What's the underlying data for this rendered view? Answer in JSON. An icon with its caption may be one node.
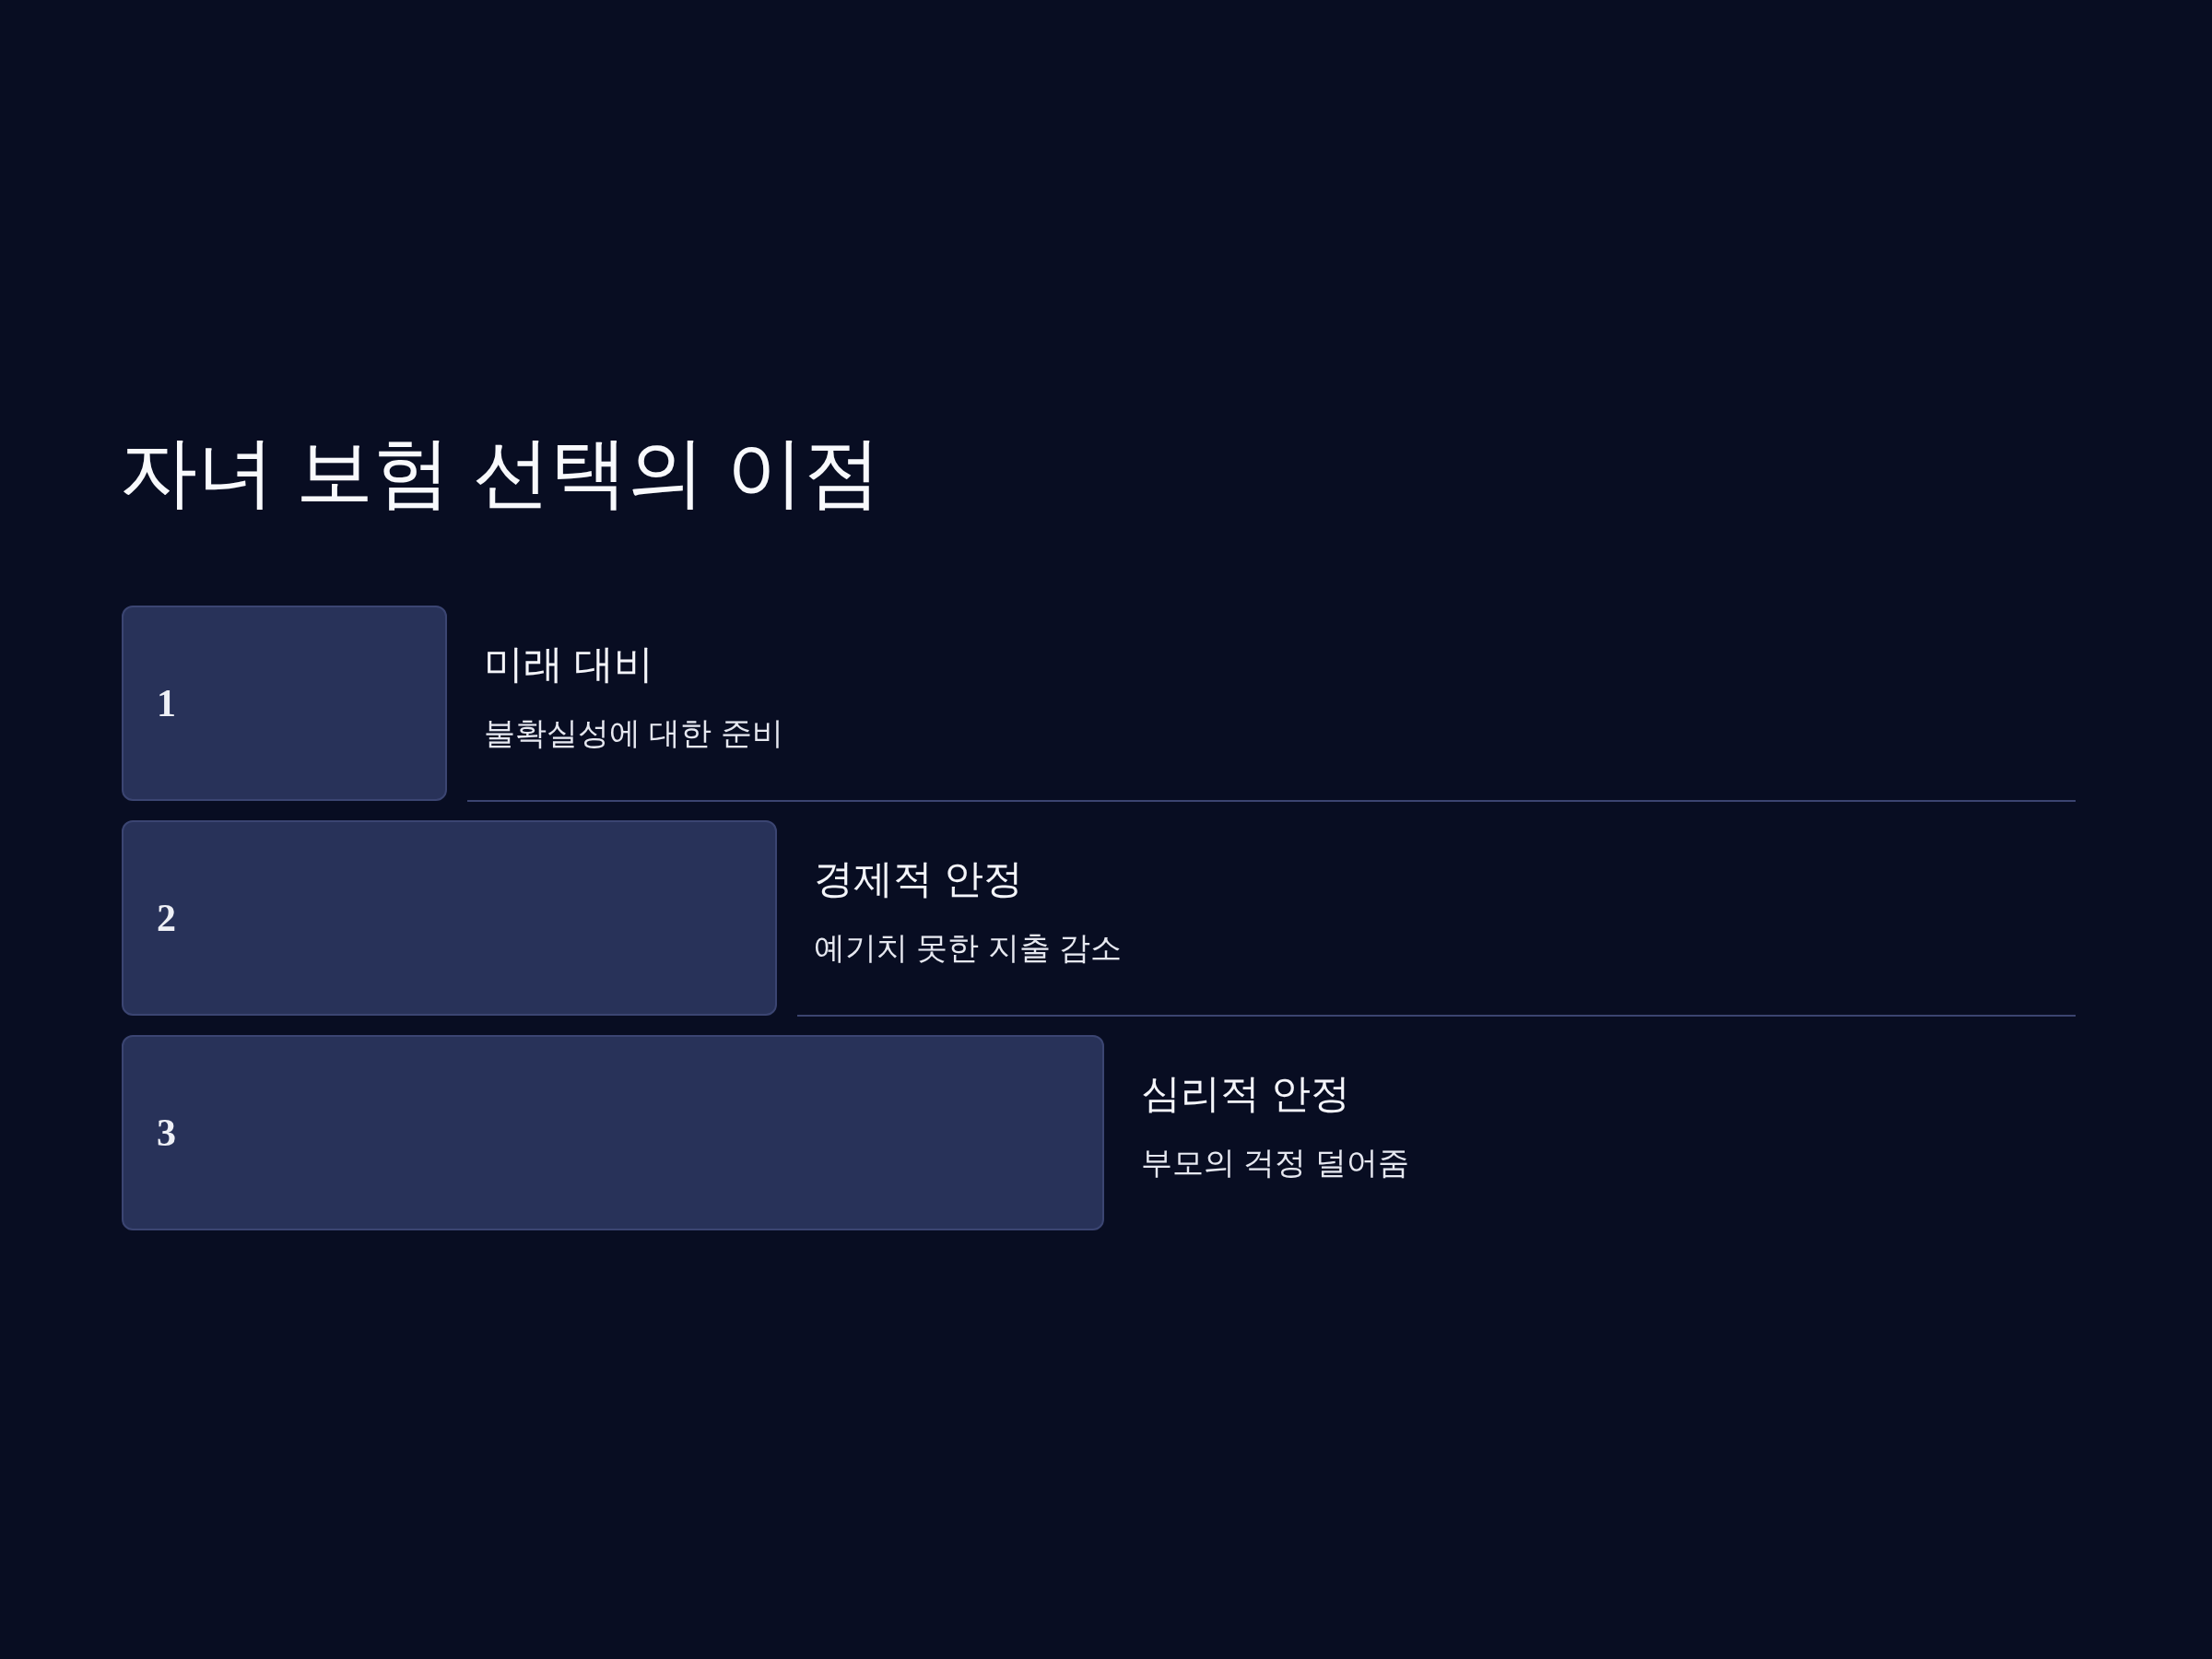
{
  "diagram": {
    "title": "자녀 보험 선택의 이점",
    "nodes": [
      {
        "text": [
          "1"
        ],
        "beside": [
          "미래 대비",
          "불확실성에 대한 준비"
        ]
      },
      {
        "text": [
          "2"
        ],
        "beside": [
          "경제적 안정",
          "예기치 못한 지출 감소"
        ]
      },
      {
        "text": [
          "3"
        ],
        "beside": [
          "심리적 안정",
          "부모의 걱정 덜어줌"
        ]
      }
    ]
  }
}
